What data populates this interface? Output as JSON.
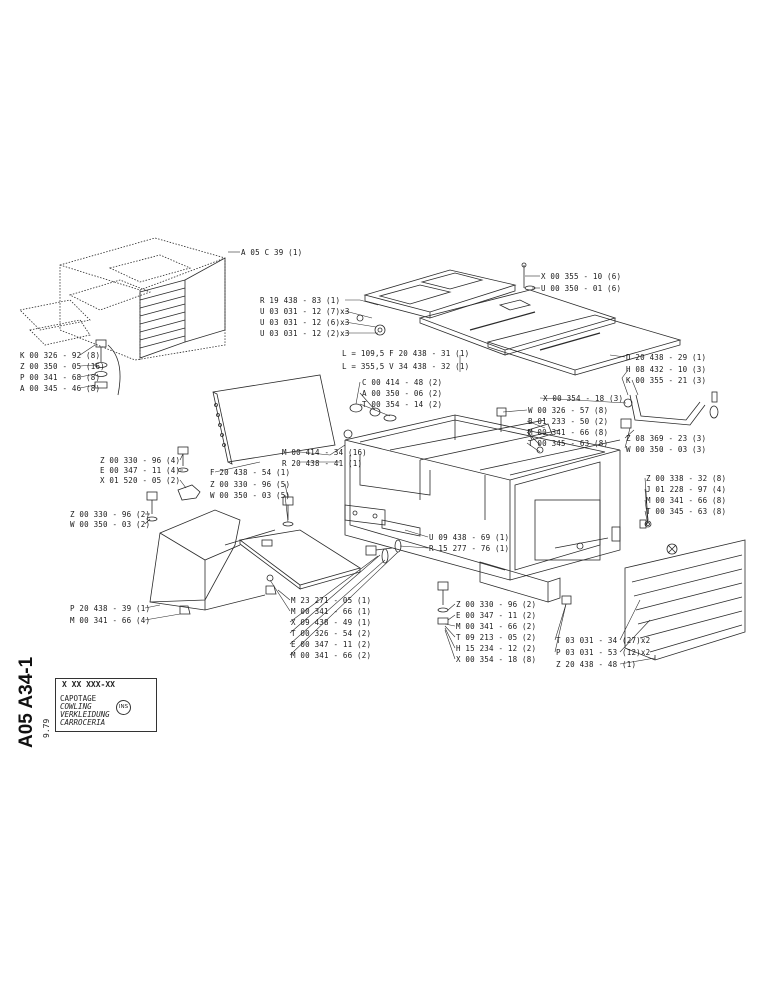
{
  "sheet": {
    "code": "A05 A34-1",
    "date": "9.79",
    "part_number": "X XX XXX-XX",
    "title_lines": [
      "CAPOTAGE",
      "COWLING",
      "VERKLEIDUNG",
      "CARROCERIA"
    ],
    "stamp": "INS"
  },
  "callouts": [
    {
      "id": "c01",
      "text": "A 05 C 39 (1)"
    },
    {
      "id": "c02",
      "text": "X 00 355 - 10 (6)"
    },
    {
      "id": "c03",
      "text": "U 00 350 - 01 (6)"
    },
    {
      "id": "c04",
      "text": "R 19 438 - 83 (1)"
    },
    {
      "id": "c05",
      "text": "U 03 031 - 12 (7)x3"
    },
    {
      "id": "c06",
      "text": "U 03 031 - 12 (6)x3"
    },
    {
      "id": "c07",
      "text": "U 03 031 - 12 (2)x3"
    },
    {
      "id": "c08",
      "text": "L = 109,5  F 20 438 - 31 (1)"
    },
    {
      "id": "c09",
      "text": "L = 355,5  V 34 438 - 32 (1)"
    },
    {
      "id": "c10",
      "text": "D 20 438 - 29 (1)"
    },
    {
      "id": "c11",
      "text": "H 08 432 - 10 (3)"
    },
    {
      "id": "c12",
      "text": "K 00 355 - 21 (3)"
    },
    {
      "id": "c13",
      "text": "K 00 326 - 92 (8)"
    },
    {
      "id": "c14",
      "text": "Z 00 350 - 05 (16)"
    },
    {
      "id": "c15",
      "text": "P 00 341 - 68 (8)"
    },
    {
      "id": "c16",
      "text": "A 00 345 - 46 (8)"
    },
    {
      "id": "c17",
      "text": "C 00 414 - 48 (2)"
    },
    {
      "id": "c18",
      "text": "A 00 350 - 06 (2)"
    },
    {
      "id": "c19",
      "text": "T 00 354 - 14 (2)"
    },
    {
      "id": "c20",
      "text": "X 00 354 - 18 (3)"
    },
    {
      "id": "c21",
      "text": "W 00 326 - 57 (8)"
    },
    {
      "id": "c22",
      "text": "B 01 233 - 50 (2)"
    },
    {
      "id": "c23",
      "text": "M 00 341 - 66 (8)"
    },
    {
      "id": "c24",
      "text": "T 00 345 - 63 (8)"
    },
    {
      "id": "c25",
      "text": "Z 08 369 - 23 (3)"
    },
    {
      "id": "c26",
      "text": "W 00 350 - 03 (3)"
    },
    {
      "id": "c27",
      "text": "M 00 414 - 34 (16)"
    },
    {
      "id": "c28",
      "text": "R 20 438 - 41 (1)"
    },
    {
      "id": "c29",
      "text": "F 20 438 - 54 (1)"
    },
    {
      "id": "c30",
      "text": "Z 00 330 - 96 (5)"
    },
    {
      "id": "c31",
      "text": "W 00 350 - 03 (5)"
    },
    {
      "id": "c32",
      "text": "Z 00 330 - 96 (4)"
    },
    {
      "id": "c33",
      "text": "E 00 347 - 11 (4)"
    },
    {
      "id": "c34",
      "text": "X 01 520 - 05 (2)"
    },
    {
      "id": "c35",
      "text": "Z 00 330 - 96 (2)"
    },
    {
      "id": "c36",
      "text": "W 00 350 - 03 (2)"
    },
    {
      "id": "c37",
      "text": "Z 00 338 - 32 (8)"
    },
    {
      "id": "c38",
      "text": "J 01 228 - 97 (4)"
    },
    {
      "id": "c39",
      "text": "M 00 341 - 66 (8)"
    },
    {
      "id": "c40",
      "text": "T 00 345 - 63 (8)"
    },
    {
      "id": "c41",
      "text": "U 09 438 - 69 (1)"
    },
    {
      "id": "c42",
      "text": "R 15 277 - 76 (1)"
    },
    {
      "id": "c43",
      "text": "P 20 438 - 39 (1)"
    },
    {
      "id": "c44",
      "text": "M 00 341 - 66 (4)"
    },
    {
      "id": "c45",
      "text": "M 23 271 - 05 (1)"
    },
    {
      "id": "c46",
      "text": "M 00 341 - 66 (1)"
    },
    {
      "id": "c47",
      "text": "X 09 438 - 49 (1)"
    },
    {
      "id": "c48",
      "text": "T 00 326 - 54 (2)"
    },
    {
      "id": "c49",
      "text": "E 00 347 - 11 (2)"
    },
    {
      "id": "c50",
      "text": "M 00 341 - 66 (2)"
    },
    {
      "id": "c51",
      "text": "Z 00 330 - 96 (2)"
    },
    {
      "id": "c52",
      "text": "E 00 347 - 11 (2)"
    },
    {
      "id": "c53",
      "text": "M 00 341 - 66 (2)"
    },
    {
      "id": "c54",
      "text": "T 09 213 - 05 (2)"
    },
    {
      "id": "c55",
      "text": "H 15 234 - 12 (2)"
    },
    {
      "id": "c56",
      "text": "X 00 354 - 18 (8)"
    },
    {
      "id": "c57",
      "text": "T 03 031 - 34 (27)x2"
    },
    {
      "id": "c58",
      "text": "P 03 031 - 53 (12)x2"
    },
    {
      "id": "c59",
      "text": "Z 20 438 - 48 (1)"
    }
  ]
}
